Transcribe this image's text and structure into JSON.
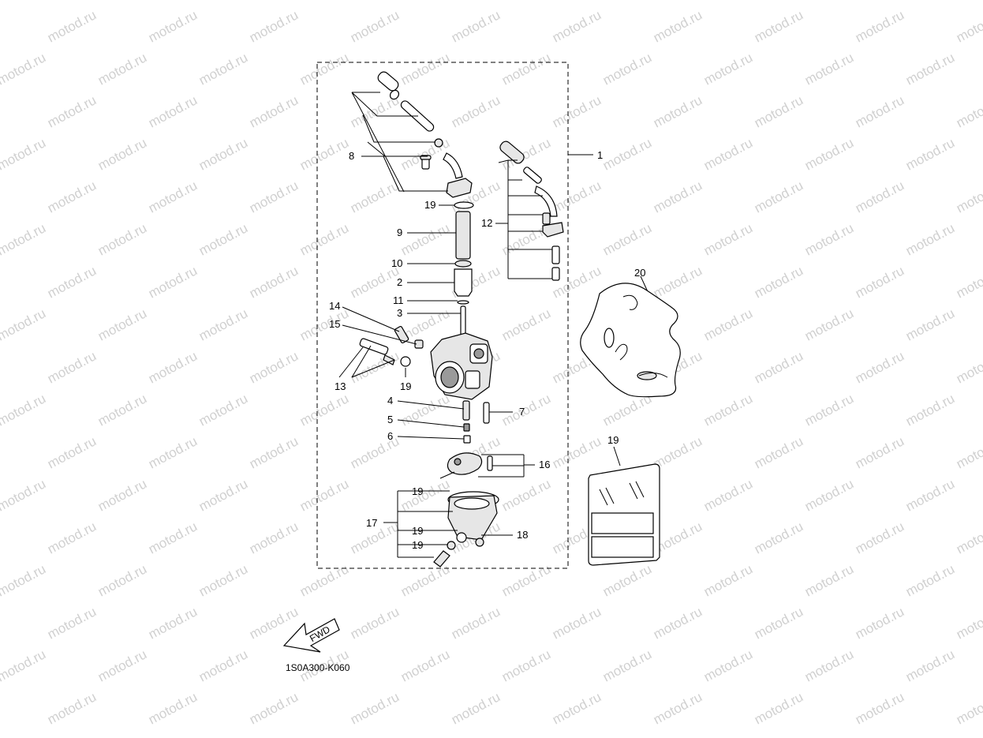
{
  "watermark": {
    "text": "motod.ru",
    "color": "#d0d0d0"
  },
  "diagram_code": "1S0A300-K060",
  "fwd_label": "FWD",
  "labels": {
    "n1": "1",
    "n2": "2",
    "n3": "3",
    "n4": "4",
    "n5": "5",
    "n6": "6",
    "n7": "7",
    "n8": "8",
    "n9": "9",
    "n10": "10",
    "n11": "11",
    "n12": "12",
    "n13": "13",
    "n14": "14",
    "n15": "15",
    "n16": "16",
    "n17": "17",
    "n18": "18",
    "n19a": "19",
    "n19b": "19",
    "n19c": "19",
    "n19d": "19",
    "n19e": "19",
    "n19f": "19",
    "n20": "20"
  }
}
